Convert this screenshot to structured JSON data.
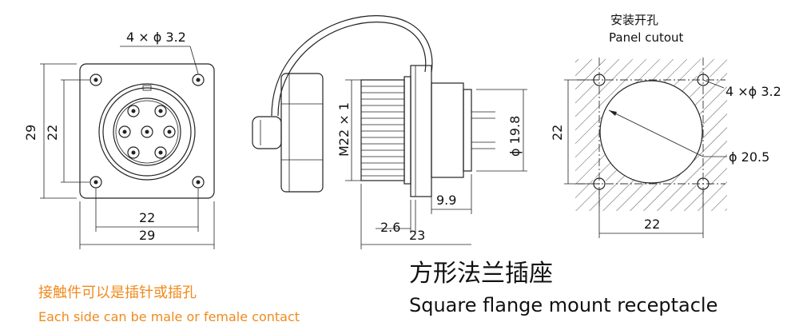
{
  "front_view": {
    "hole_spec": "4 × ϕ 3.2",
    "height_outer": "29",
    "height_inner": "22",
    "width_inner": "22",
    "width_outer": "29"
  },
  "side_view": {
    "thread": "M22 × 1",
    "pin_diameter": "ϕ 19.8",
    "depth_1": "9.9",
    "depth_2": "2.6",
    "length": "23"
  },
  "cutout_view": {
    "title_cn": "安装开孔",
    "title_en": "Panel cutout",
    "hole_spec": "4 ×ϕ 3.2",
    "circle_diameter": "ϕ 20.5",
    "height": "22",
    "width": "22"
  },
  "captions": {
    "title_cn": "方形法兰插座",
    "title_en": "Square flange mount receptacle",
    "note_cn": "接触件可以是插针或插孔",
    "note_en": "Each side can be male or female contact"
  },
  "colors": {
    "note": "#f08a1c",
    "line": "#222222"
  }
}
